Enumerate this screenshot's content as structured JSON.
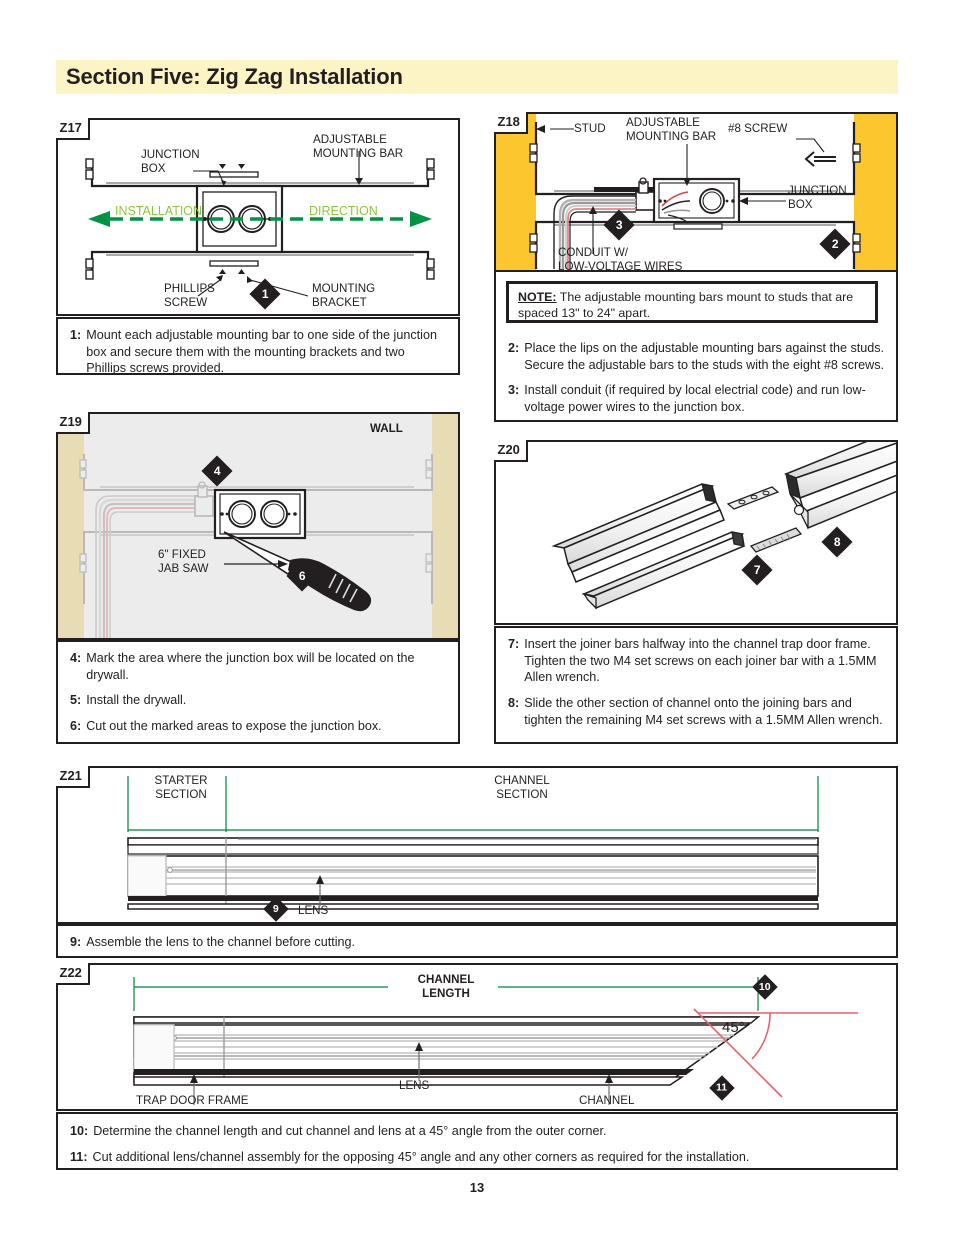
{
  "header": {
    "title": "Section Five: Zig Zag Installation"
  },
  "page_number": "13",
  "colors": {
    "header_bg": "#fcf4c4",
    "ink": "#231f20",
    "green_arrow": "#009245",
    "green_text": "#8cc63f",
    "green_dim": "#00853f",
    "stud_yellow": "#fcc72e",
    "wall_tan": "#e8dcb5",
    "red_angle": "#e8616d",
    "drywall_gray": "#ececec"
  },
  "panels": {
    "z17": {
      "tag": "Z17",
      "labels": {
        "junction_box": "JUNCTION\nBOX",
        "junction_box_l1": "JUNCTION",
        "junction_box_l2": "BOX",
        "adjustable_bar_l1": "ADJUSTABLE",
        "adjustable_bar_l2": "MOUNTING BAR",
        "installation": "INSTALLATION",
        "direction": "DIRECTION",
        "phillips_l1": "PHILLIPS",
        "phillips_l2": "SCREW",
        "bracket_l1": "MOUNTING",
        "bracket_l2": "BRACKET"
      },
      "callouts": [
        "1"
      ]
    },
    "z18": {
      "tag": "Z18",
      "labels": {
        "stud": "STUD",
        "adjustable_bar_l1": "ADJUSTABLE",
        "adjustable_bar_l2": "MOUNTING BAR",
        "screw": "#8 SCREW",
        "junction_box_l1": "JUNCTION",
        "junction_box_l2": "BOX",
        "conduit_l1": "CONDUIT W/",
        "conduit_l2": "LOW-VOLTAGE WIRES"
      },
      "callouts": [
        "2",
        "3"
      ]
    },
    "z19": {
      "tag": "Z19",
      "labels": {
        "wall": "WALL",
        "jabsaw_l1": "6\" FIXED",
        "jabsaw_l2": "JAB SAW"
      },
      "callouts": [
        "4",
        "6"
      ]
    },
    "z20": {
      "tag": "Z20",
      "labels": {},
      "callouts": [
        "7",
        "8"
      ]
    },
    "z21": {
      "tag": "Z21",
      "labels": {
        "starter_l1": "STARTER",
        "starter_l2": "SECTION",
        "channel_l1": "CHANNEL",
        "channel_l2": "SECTION",
        "lens": "LENS"
      },
      "callouts": [
        "9"
      ]
    },
    "z22": {
      "tag": "Z22",
      "labels": {
        "channel_length_l1": "CHANNEL",
        "channel_length_l2": "LENGTH",
        "angle": "45°",
        "trap_door_frame": "TRAP DOOR FRAME",
        "lens": "LENS",
        "channel": "CHANNEL"
      },
      "callouts": [
        "10",
        "11"
      ]
    }
  },
  "note": {
    "label": "NOTE:",
    "text": " The adjustable mounting bars mount to studs that are spaced 13\" to 24\" apart."
  },
  "steps": {
    "group1": [
      {
        "num": "1:",
        "text": "Mount each adjustable mounting bar to one side of the junction box and secure them with the mounting brackets and two Phillips screws provided."
      }
    ],
    "group2": [
      {
        "num": "2:",
        "text": "Place the lips on the adjustable mounting bars against the studs. Secure the adjustable bars to the studs with the eight #8 screws."
      },
      {
        "num": "3:",
        "text": "Install conduit (if required by local electrial code) and run low-voltage power wires to the junction box."
      }
    ],
    "group3": [
      {
        "num": "4:",
        "text": "Mark the area where the junction box will be located on the drywall."
      },
      {
        "num": "5:",
        "text": "Install the drywall."
      },
      {
        "num": "6:",
        "text": "Cut out the marked areas to expose the junction box."
      }
    ],
    "group4": [
      {
        "num": "7:",
        "text": "Insert the joiner bars halfway into the channel trap door frame. Tighten the two M4 set screws on each joiner bar with a 1.5MM Allen wrench."
      },
      {
        "num": "8:",
        "text": "Slide the other section of channel onto the joining bars and tighten the remaining M4 set screws with a 1.5MM Allen wrench."
      }
    ],
    "group5": [
      {
        "num": "9:",
        "text": "Assemble the lens to the channel before cutting."
      }
    ],
    "group6": [
      {
        "num": "10:",
        "text": "Determine the channel length and cut channel and lens at a 45° angle from the outer corner."
      },
      {
        "num": "11:",
        "text": "Cut additional lens/channel assembly for the opposing 45° angle and any other corners as required for the installation."
      }
    ]
  }
}
